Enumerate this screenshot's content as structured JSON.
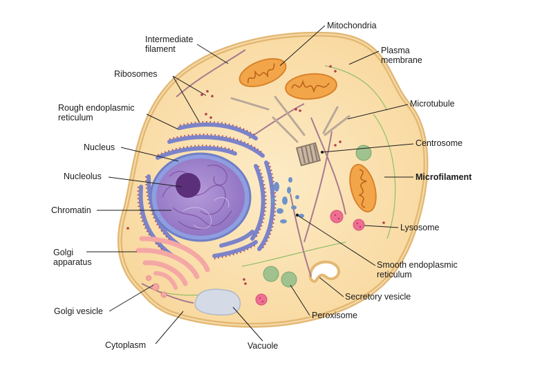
{
  "labels": {
    "mitochondria": "Mitochondria",
    "intermediate_filament": "Intermediate\nfilament",
    "plasma_membrane": "Plasma\nmembrane",
    "ribosomes": "Ribosomes",
    "rough_er": "Rough endoplasmic\nreticulum",
    "microtubule": "Microtubule",
    "centrosome": "Centrosome",
    "nucleus": "Nucleus",
    "nucleolus": "Nucleolus",
    "microfilament": "Microfilament",
    "chromatin": "Chromatin",
    "lysosome": "Lysosome",
    "golgi_apparatus": "Golgi\napparatus",
    "smooth_er": "Smooth endoplasmic\nreticulum",
    "secretory_vesicle": "Secretory vesicle",
    "golgi_vesicle": "Golgi vesicle",
    "peroxisome": "Peroxisome",
    "cytoplasm": "Cytoplasm",
    "vacuole": "Vacuole"
  },
  "colors": {
    "cytoplasm": "#fbe3b6",
    "membrane": "#e8c486",
    "er": "#7b83c9",
    "nucleus": "#a888d0",
    "nucleolus": "#5b2f7a",
    "mitochondria": "#f3a54a",
    "golgi": "#f4a7a4",
    "lysosome": "#ee6f92",
    "peroxisome": "#9fc28f",
    "vacuole": "#d5dbe6",
    "smooth_er": "#6e93c9",
    "filament": "#a77a8e"
  }
}
